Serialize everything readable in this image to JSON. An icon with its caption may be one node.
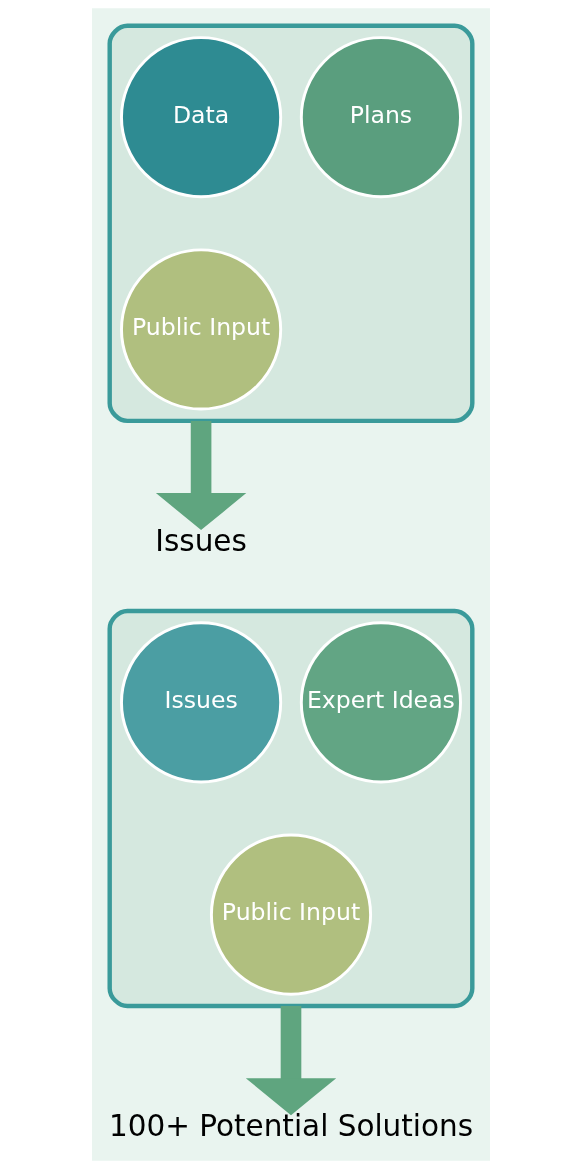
{
  "diagram": {
    "nodes": [
      {
        "text": [],
        "shape": "funnel"
      },
      {
        "text": [
          "Data"
        ],
        "in": 0
      },
      {
        "text": [
          "Plans"
        ],
        "in": 0
      },
      {
        "text": [
          "Public Input"
        ],
        "in": 0
      },
      {
        "text": [
          "Issues"
        ]
      },
      {
        "text": [],
        "shape": "funnel"
      },
      {
        "text": [
          "Issues"
        ],
        "in": 5
      },
      {
        "text": [
          "Expert Ideas"
        ],
        "in": 5
      },
      {
        "text": [
          "Public Input"
        ],
        "in": 5
      },
      {
        "text": [
          "100+ Potential Solutions"
        ]
      }
    ],
    "edges": [
      {
        "from": 0,
        "to": 4,
        "arrow": "to"
      },
      {
        "from": 5,
        "to": 9,
        "arrow": "to"
      }
    ]
  }
}
